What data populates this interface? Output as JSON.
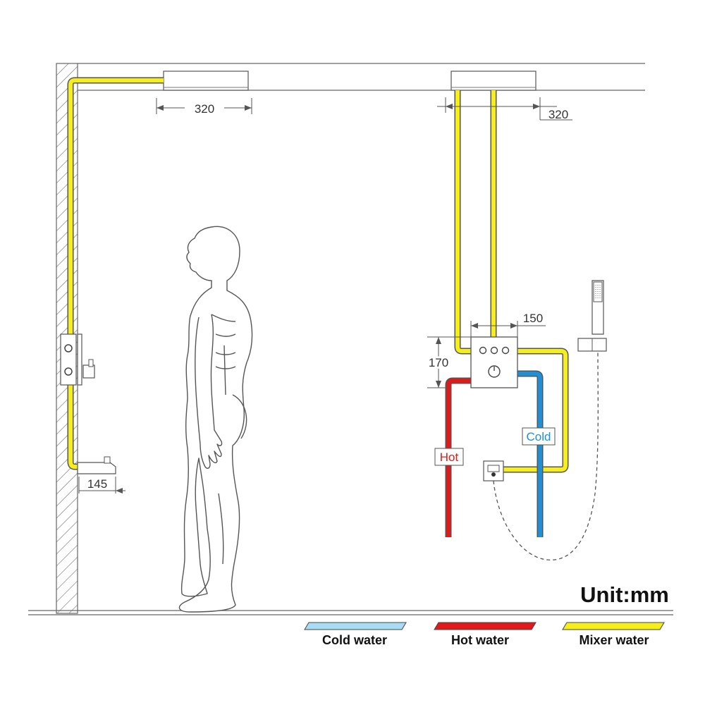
{
  "dimensions": {
    "left_ceiling_width": "320",
    "right_ceiling_width": "320",
    "valve_width": "150",
    "valve_height": "170",
    "spout_projection": "145"
  },
  "pipe_labels": {
    "hot": "Hot",
    "cold": "Cold"
  },
  "unit_label": "Unit:mm",
  "legend": [
    {
      "label": "Cold water",
      "color": "#a8dcf5"
    },
    {
      "label": "Hot water",
      "color": "#e11919"
    },
    {
      "label": "Mixer water",
      "color": "#f5ee1a"
    }
  ],
  "colors": {
    "mixer_pipe": "#f5ee1a",
    "hot_pipe": "#e11919",
    "cold_pipe": "#1e90d8",
    "line": "#555555"
  }
}
